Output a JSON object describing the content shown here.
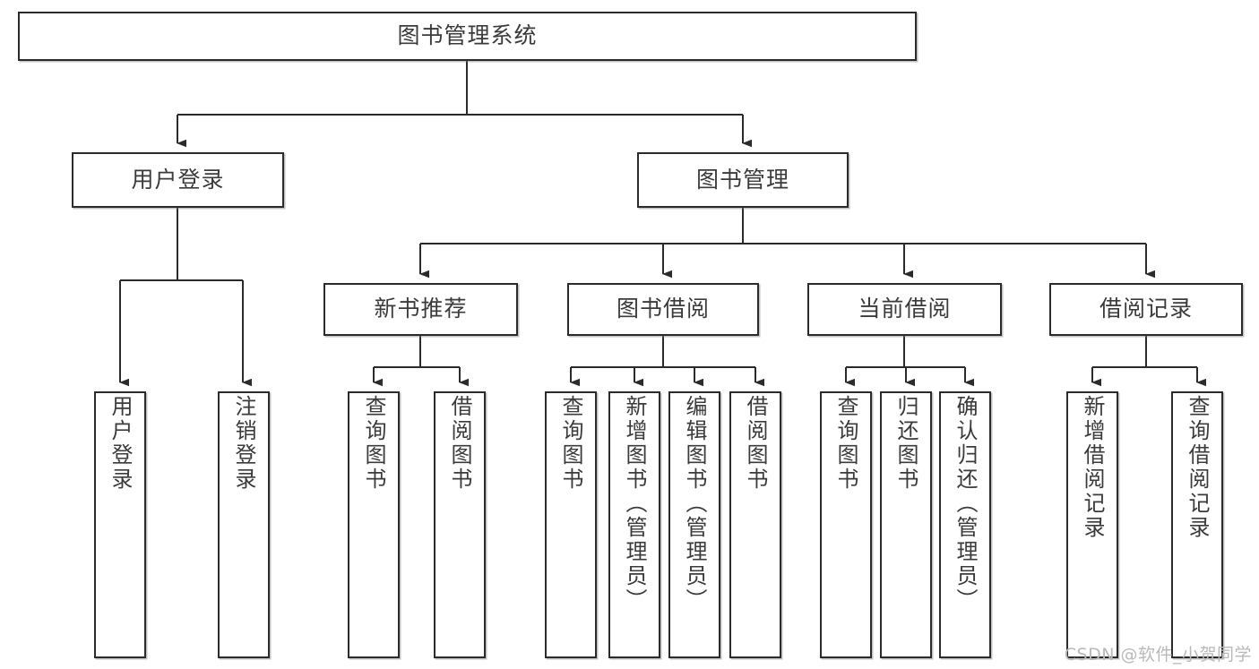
{
  "diagram": {
    "title": "图书管理系统",
    "type": "tree",
    "watermark": "CSDN @软件_小贺同学",
    "colors": {
      "box_border": "#2b2b2b",
      "box_fill": "#ffffff",
      "connector": "#2b2b2b",
      "text": "#3b3b3b",
      "watermark": "#b9b9b9",
      "background": "#ffffff"
    }
  },
  "nodes": {
    "root": {
      "label": "图书管理系统"
    },
    "level2": [
      {
        "label": "用户登录"
      },
      {
        "label": "图书管理"
      }
    ],
    "level3": [
      {
        "label": "新书推荐"
      },
      {
        "label": "图书借阅"
      },
      {
        "label": "当前借阅"
      },
      {
        "label": "借阅记录"
      }
    ],
    "leaves": {
      "user_login": [
        {
          "label": "用户登录"
        },
        {
          "label": "注销登录"
        }
      ],
      "new_book_recommend": [
        {
          "label": "查询图书"
        },
        {
          "label": "借阅图书"
        }
      ],
      "book_borrow": [
        {
          "label": "查询图书"
        },
        {
          "label": "新增图书（管理员）"
        },
        {
          "label": "编辑图书（管理员）"
        },
        {
          "label": "借阅图书"
        }
      ],
      "current_borrow": [
        {
          "label": "查询图书"
        },
        {
          "label": "归还图书"
        },
        {
          "label": "确认归还（管理员）"
        }
      ],
      "borrow_record": [
        {
          "label": "新增借阅记录"
        },
        {
          "label": "查询借阅记录"
        }
      ]
    }
  }
}
